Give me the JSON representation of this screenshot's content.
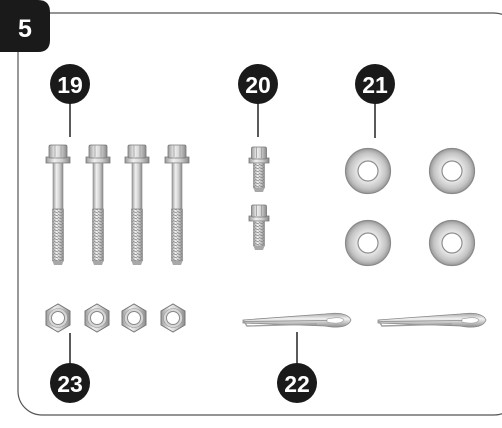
{
  "step": {
    "number": "5"
  },
  "parts": [
    {
      "id": "19",
      "name": "flange-bolt-long",
      "quantity": 4
    },
    {
      "id": "20",
      "name": "flange-bolt-short",
      "quantity": 2
    },
    {
      "id": "21",
      "name": "flat-washer",
      "quantity": 4
    },
    {
      "id": "22",
      "name": "cotter-pin",
      "quantity": 2
    },
    {
      "id": "23",
      "name": "hex-nut",
      "quantity": 4
    }
  ],
  "colors": {
    "frame_border": "#555555",
    "callout_fill": "#1a1a1a",
    "metal_light": "#e8e8e8",
    "metal_mid": "#bcbcbc",
    "metal_dark": "#8a8a8a"
  }
}
